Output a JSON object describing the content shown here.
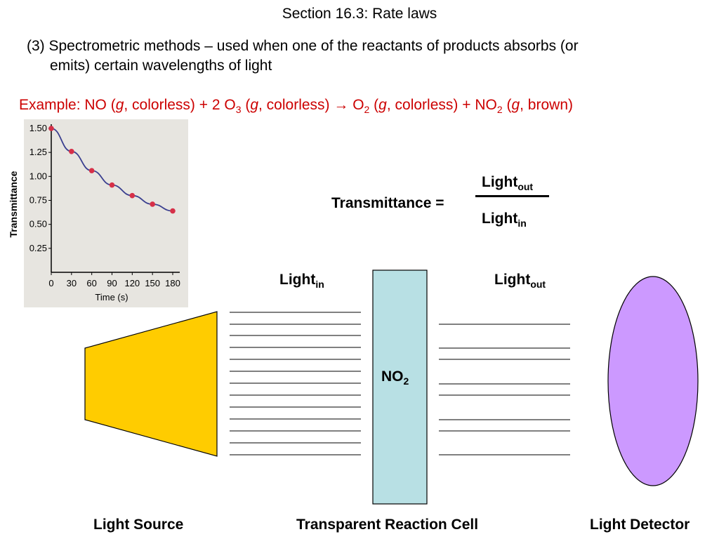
{
  "slide": {
    "title": "Section 16.3:  Rate laws",
    "subtitle_line1": "(3) Spectrometric methods – used when one of the reactants of products absorbs (or",
    "subtitle_line2": "emits) certain wavelengths of light"
  },
  "example": {
    "prefix": "Example:  NO (",
    "g1": "g",
    "t1": ", colorless) + 2 O",
    "sub1": "3",
    "t2": " (",
    "g2": "g",
    "t3": ", colorless) ",
    "arrow": "→",
    "t4": " O",
    "sub2": "2",
    "t5": " (",
    "g3": "g",
    "t6": ", colorless) + NO",
    "sub3": "2",
    "t7": " (",
    "g4": "g",
    "t8": ", brown)"
  },
  "formula": {
    "lhs": "Transmittance =",
    "numerator": "Light",
    "numerator_sub": "out",
    "denominator": "Light",
    "denominator_sub": "in"
  },
  "diagram": {
    "light_in": "Light",
    "light_in_sub": "in",
    "light_out": "Light",
    "light_out_sub": "out",
    "cell_species": "NO",
    "cell_species_sub": "2",
    "label_source": "Light Source",
    "label_cell": "Transparent Reaction Cell",
    "label_detector": "Light Detector",
    "colors": {
      "source": "#ffcc00",
      "cell": "#b8e0e4",
      "detector": "#cc99ff",
      "example_text": "#cc0000"
    }
  },
  "chart_data": {
    "type": "line",
    "title": "",
    "xlabel": "Time (s)",
    "ylabel": "Transmittance",
    "x": [
      0,
      30,
      60,
      90,
      120,
      150,
      180
    ],
    "series": [
      {
        "values": [
          1.5,
          1.26,
          1.06,
          0.91,
          0.8,
          0.71,
          0.64
        ]
      }
    ],
    "x_ticks": [
      "0",
      "30",
      "60",
      "90",
      "120",
      "150",
      "180"
    ],
    "y_ticks": [
      "0.25",
      "0.50",
      "0.75",
      "1.00",
      "1.25",
      "1.50"
    ],
    "xlim": [
      0,
      180
    ],
    "ylim": [
      0,
      1.5
    ],
    "grid": false,
    "line_color": "#3a3f8f",
    "marker_color": "#d63048"
  }
}
